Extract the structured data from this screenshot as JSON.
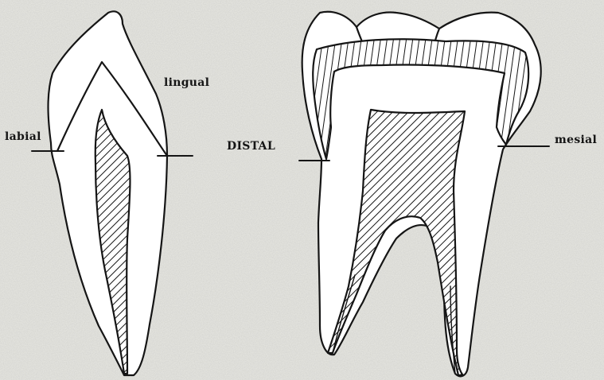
{
  "labels": {
    "labial": "labial",
    "lingual": "lingual",
    "distal": "DISTAL",
    "mesial": "mesial"
  },
  "colors": {
    "background": "#e9e9e4",
    "ink": "#151515",
    "fill": "#ffffff"
  }
}
